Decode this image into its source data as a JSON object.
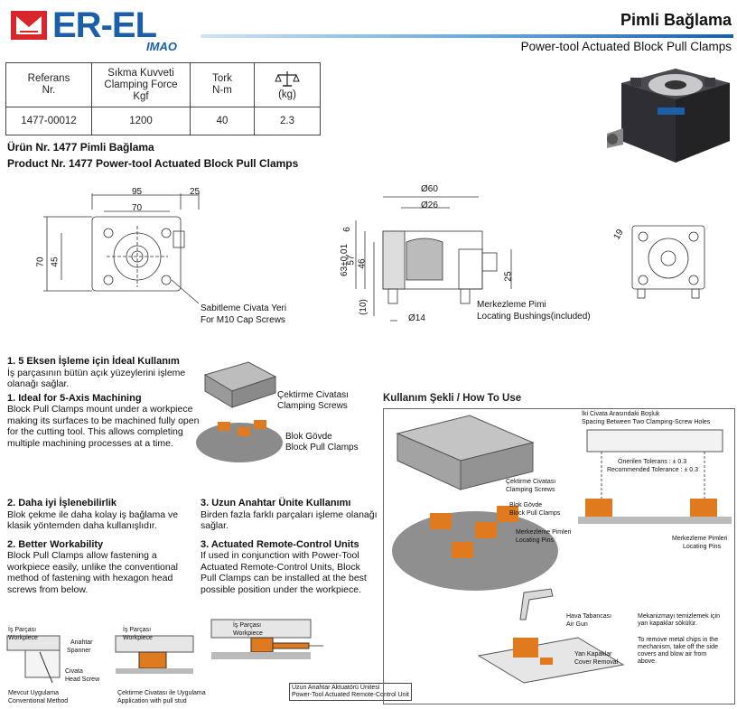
{
  "header": {
    "brand": "ER-EL",
    "brand_sub": "IMAO",
    "title_tr": "Pimli Bağlama",
    "title_en": "Power-tool Actuated Block Pull Clamps"
  },
  "spec_table": {
    "headers": [
      [
        "Referans",
        "Nr."
      ],
      [
        "Sıkma Kuvveti",
        "Clamping Force",
        "Kgf"
      ],
      [
        "Tork",
        "N-m"
      ],
      [
        "(kg)"
      ]
    ],
    "row": [
      "1477-00012",
      "1200",
      "40",
      "2.3"
    ]
  },
  "product": {
    "tr": "Ürün Nr. 1477 Pimli Bağlama",
    "en": "Product Nr. 1477 Power-tool Actuated Block Pull Clamps"
  },
  "drawing": {
    "dims_top": [
      "95",
      "25",
      "70"
    ],
    "dims_left": [
      "70",
      "45"
    ],
    "screw_label_tr": "Sabitleme Civata Yeri",
    "screw_label_en": "For  M10 Cap Screws",
    "dims_side": [
      "Ø60",
      "Ø26",
      "63±0,01",
      "57",
      "46",
      "6",
      "25",
      "(10)",
      "Ø14"
    ],
    "pin_label_tr": "Merkezleme Pimi",
    "pin_label_en": "Locating Bushings(included)",
    "dim_right": "19"
  },
  "sections": {
    "s1_tr_title": "1. 5 Eksen İşleme için İdeal Kullanım",
    "s1_tr_body": "İş parçasının bütün açık yüzeylerini işleme olanağı sağlar.",
    "s1_en_title": "1. Ideal for 5-Axis Machining",
    "s1_en_body": "Block Pull Clamps mount under a workpiece making its surfaces to be machined fully open for the cutting tool. This allows completing multiple machining processes at a time.",
    "s2_tr_title": "2. Daha iyi İşlenebilirlik",
    "s2_tr_body": "Blok çekme ile daha kolay iş bağlama ve klasik yöntemden daha kullanışlıdır.",
    "s2_en_title": "2. Better Workability",
    "s2_en_body": "Block Pull Clamps allow fastening a workpiece  easily, unlike the conventional method of  fastening with hexagon head screws from below.",
    "s3_tr_title": "3. Uzun Anahtar Ünite Kullanımı",
    "s3_tr_body": "Birden fazla farklı parçaları işleme olanağı sağlar.",
    "s3_en_title": "3. Actuated Remote-Control Units",
    "s3_en_body": "If used in conjunction with  Power-Tool Actuated Remote-Control Units, Block Pull Clamps can be installed at the best possible position under the workpiece.",
    "fig1_label1_tr": "Çektirme Civatası",
    "fig1_label1_en": "Clamping Screws",
    "fig1_label2_tr": "Blok Gövde",
    "fig1_label2_en": "Block Pull Clamps"
  },
  "howto": {
    "title": "Kullanım Şekli / How To Use",
    "spacing_tr": "İki Civata Arasındaki Boşluk",
    "spacing_en": "Spacing Between Two Clamping-Screw Holes",
    "tol_rec_tr": "Önerilen Tolerans : ± 0.3",
    "tol_rec_en": "Recommended Tolerance : ± 0.3",
    "screws_tr": "Çektirme Civatası",
    "screws_en": "Clamping Screws",
    "block_tr": "Blok Gövde",
    "block_en": "Block Pull Clamps",
    "pins_tr": "Merkezleme Pimleri",
    "pins_en": "Locating Pins",
    "pins2_tr": "Merkezleme Pimleri",
    "pins2_en": "Locating Pins",
    "airgun_tr": "Hava Tabancası",
    "airgun_en": "Air Gun",
    "cover_tr": "Yan Kapaklar",
    "cover_en": "Cover Removal",
    "chips_tr": "Mekanizmayı temizlemek için yan kapaklar sökülür.",
    "chips_en": "To remove metal chips in the mechanism, take off the side covers and blow air from above."
  },
  "bottom": {
    "b1_work": "İş Parçası",
    "b1_work2": "Workpiece",
    "b1_spanner_tr": "Anahtar",
    "b1_spanner_en": "Spanner",
    "b1_bolt_tr": "Civata",
    "b1_bolt_en": "Head Screw",
    "b1_cap_tr": "Mevcut Uygulama",
    "b1_cap_en": "Conventional Method",
    "b2_work": "İş Parçası",
    "b2_work2": "Workpiece",
    "b2_cap_tr": "Çektirme Civatası ile Uygulama",
    "b2_cap_en": "Application with pull stud",
    "b3_work": "İş Parçası",
    "b3_work2": "Workpiece",
    "b3_cap_tr": "Uzun Anahtar Aktuatörü Ünitesi",
    "b3_cap_en": "Power-Tool Actuated  Remote-Control Unit"
  },
  "colors": {
    "brand": "#1a5fa8",
    "logo_red": "#d8262c",
    "orange": "#e07a1f"
  }
}
